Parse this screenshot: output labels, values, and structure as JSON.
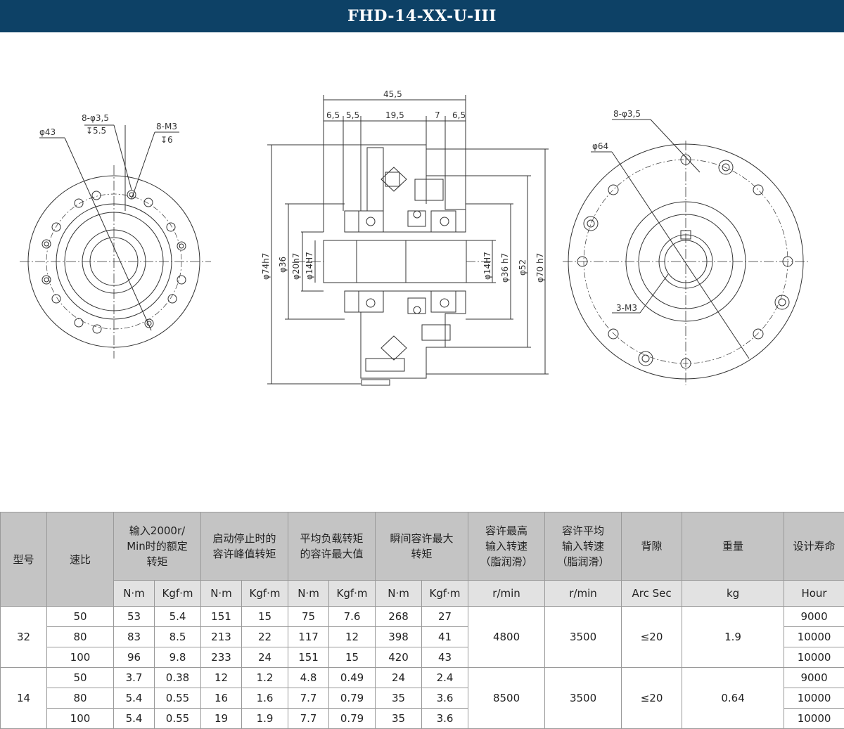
{
  "title": "FHD-14-XX-U-III",
  "drawing": {
    "left_view": {
      "labels": [
        "φ43",
        "8-φ3,5",
        "↧5.5",
        "8-M3",
        "↧6"
      ]
    },
    "section_view": {
      "top_dims": [
        "45,5",
        "6,5",
        "5,5",
        "19,5",
        "7",
        "6,5"
      ],
      "left_dims": [
        "φ74h7",
        "φ36",
        "φ20h7",
        "φ14H7"
      ],
      "right_dims": [
        "φ14H7",
        "φ36 h7",
        "φ52",
        "φ70 h7"
      ]
    },
    "right_view": {
      "labels": [
        "8-φ3,5",
        "φ64",
        "3-M3"
      ]
    }
  },
  "table": {
    "header_row1": {
      "model": "型号",
      "ratio": "速比",
      "rated_torque": "输入2000r/\nMin时的额定\n转矩",
      "peak_torque": "启动停止时的\n容许峰值转矩",
      "avg_load_torque": "平均负载转矩\n的容许最大值",
      "momentary_torque": "瞬间容许最大\n转矩",
      "max_input_speed": "容许最高\n输入转速\n（脂润滑）",
      "avg_input_speed": "容许平均\n输入转速\n（脂润滑）",
      "backlash": "背隙",
      "weight": "重量",
      "life": "设计寿命"
    },
    "header_row2": [
      "N·m",
      "Kgf·m",
      "N·m",
      "Kgf·m",
      "N·m",
      "Kgf·m",
      "N·m",
      "Kgf·m",
      "r/min",
      "r/min",
      "Arc Sec",
      "kg",
      "Hour"
    ],
    "groups": [
      {
        "model": "32",
        "max_input_speed": "4800",
        "avg_input_speed": "3500",
        "backlash": "≤20",
        "weight": "1.9",
        "rows": [
          {
            "ratio": "50",
            "rated_nm": "53",
            "rated_kgf": "5.4",
            "peak_nm": "151",
            "peak_kgf": "15",
            "avg_nm": "75",
            "avg_kgf": "7.6",
            "mom_nm": "268",
            "mom_kgf": "27",
            "life": "9000"
          },
          {
            "ratio": "80",
            "rated_nm": "83",
            "rated_kgf": "8.5",
            "peak_nm": "213",
            "peak_kgf": "22",
            "avg_nm": "117",
            "avg_kgf": "12",
            "mom_nm": "398",
            "mom_kgf": "41",
            "life": "10000"
          },
          {
            "ratio": "100",
            "rated_nm": "96",
            "rated_kgf": "9.8",
            "peak_nm": "233",
            "peak_kgf": "24",
            "avg_nm": "151",
            "avg_kgf": "15",
            "mom_nm": "420",
            "mom_kgf": "43",
            "life": "10000"
          }
        ]
      },
      {
        "model": "14",
        "max_input_speed": "8500",
        "avg_input_speed": "3500",
        "backlash": "≤20",
        "weight": "0.64",
        "rows": [
          {
            "ratio": "50",
            "rated_nm": "3.7",
            "rated_kgf": "0.38",
            "peak_nm": "12",
            "peak_kgf": "1.2",
            "avg_nm": "4.8",
            "avg_kgf": "0.49",
            "mom_nm": "24",
            "mom_kgf": "2.4",
            "life": "9000"
          },
          {
            "ratio": "80",
            "rated_nm": "5.4",
            "rated_kgf": "0.55",
            "peak_nm": "16",
            "peak_kgf": "1.6",
            "avg_nm": "7.7",
            "avg_kgf": "0.79",
            "mom_nm": "35",
            "mom_kgf": "3.6",
            "life": "10000"
          },
          {
            "ratio": "100",
            "rated_nm": "5.4",
            "rated_kgf": "0.55",
            "peak_nm": "19",
            "peak_kgf": "1.9",
            "avg_nm": "7.7",
            "avg_kgf": "0.79",
            "mom_nm": "35",
            "mom_kgf": "3.6",
            "life": "10000"
          }
        ]
      }
    ]
  }
}
